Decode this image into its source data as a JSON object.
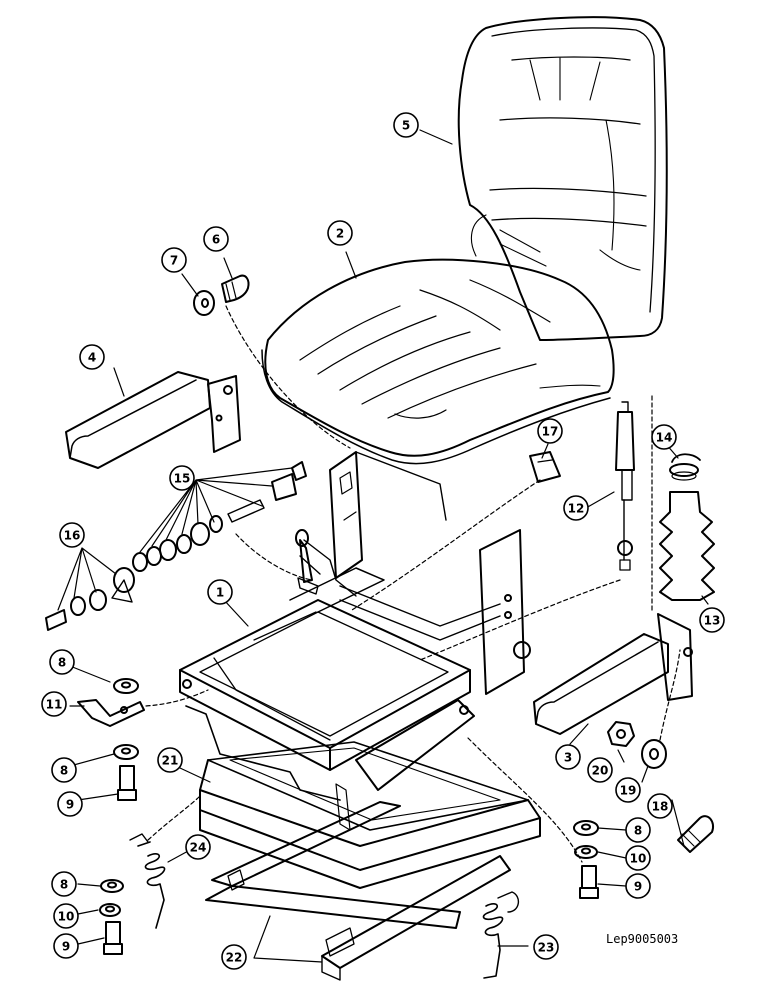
{
  "drawing_code": "Lep9005003",
  "part_labels": [
    "1",
    "2",
    "3",
    "4",
    "5",
    "6",
    "7",
    "8",
    "9",
    "10",
    "11",
    "12",
    "13",
    "14",
    "15",
    "16",
    "17",
    "18",
    "19",
    "20",
    "21",
    "22",
    "23",
    "24"
  ],
  "callouts": {
    "c1": "1",
    "c2": "2",
    "c3": "3",
    "c4": "4",
    "c5": "5",
    "c6": "6",
    "c7": "7",
    "c8a": "8",
    "c8b": "8",
    "c8c": "8",
    "c9a": "9",
    "c9b": "9",
    "c9c": "9",
    "c10a": "10",
    "c10b": "10",
    "c11": "11",
    "c12": "12",
    "c13": "13",
    "c14": "14",
    "c15": "15",
    "c16": "16",
    "c17": "17",
    "c18": "18",
    "c19": "19",
    "c20": "20",
    "c21": "21",
    "c22": "22",
    "c23": "23",
    "c24": "24"
  },
  "colors": {
    "ink": "#000000",
    "paper": "#ffffff"
  }
}
